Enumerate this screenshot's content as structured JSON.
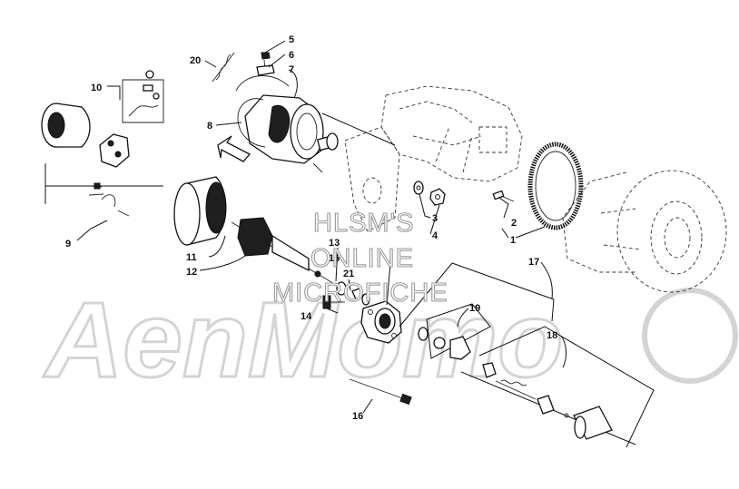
{
  "watermark": {
    "brand": "AenMomo",
    "lines": [
      "HLSM'S",
      "ONLINE",
      "MICROFICHE"
    ]
  },
  "callouts": [
    "1",
    "2",
    "3",
    "4",
    "5",
    "6",
    "7",
    "8",
    "9",
    "10",
    "11",
    "12",
    "13",
    "14",
    "15",
    "16",
    "17",
    "18",
    "19",
    "20",
    "21"
  ],
  "colors": {
    "ink": "#111111",
    "watermark_stroke": "#d4d4d4",
    "background": "#ffffff"
  }
}
